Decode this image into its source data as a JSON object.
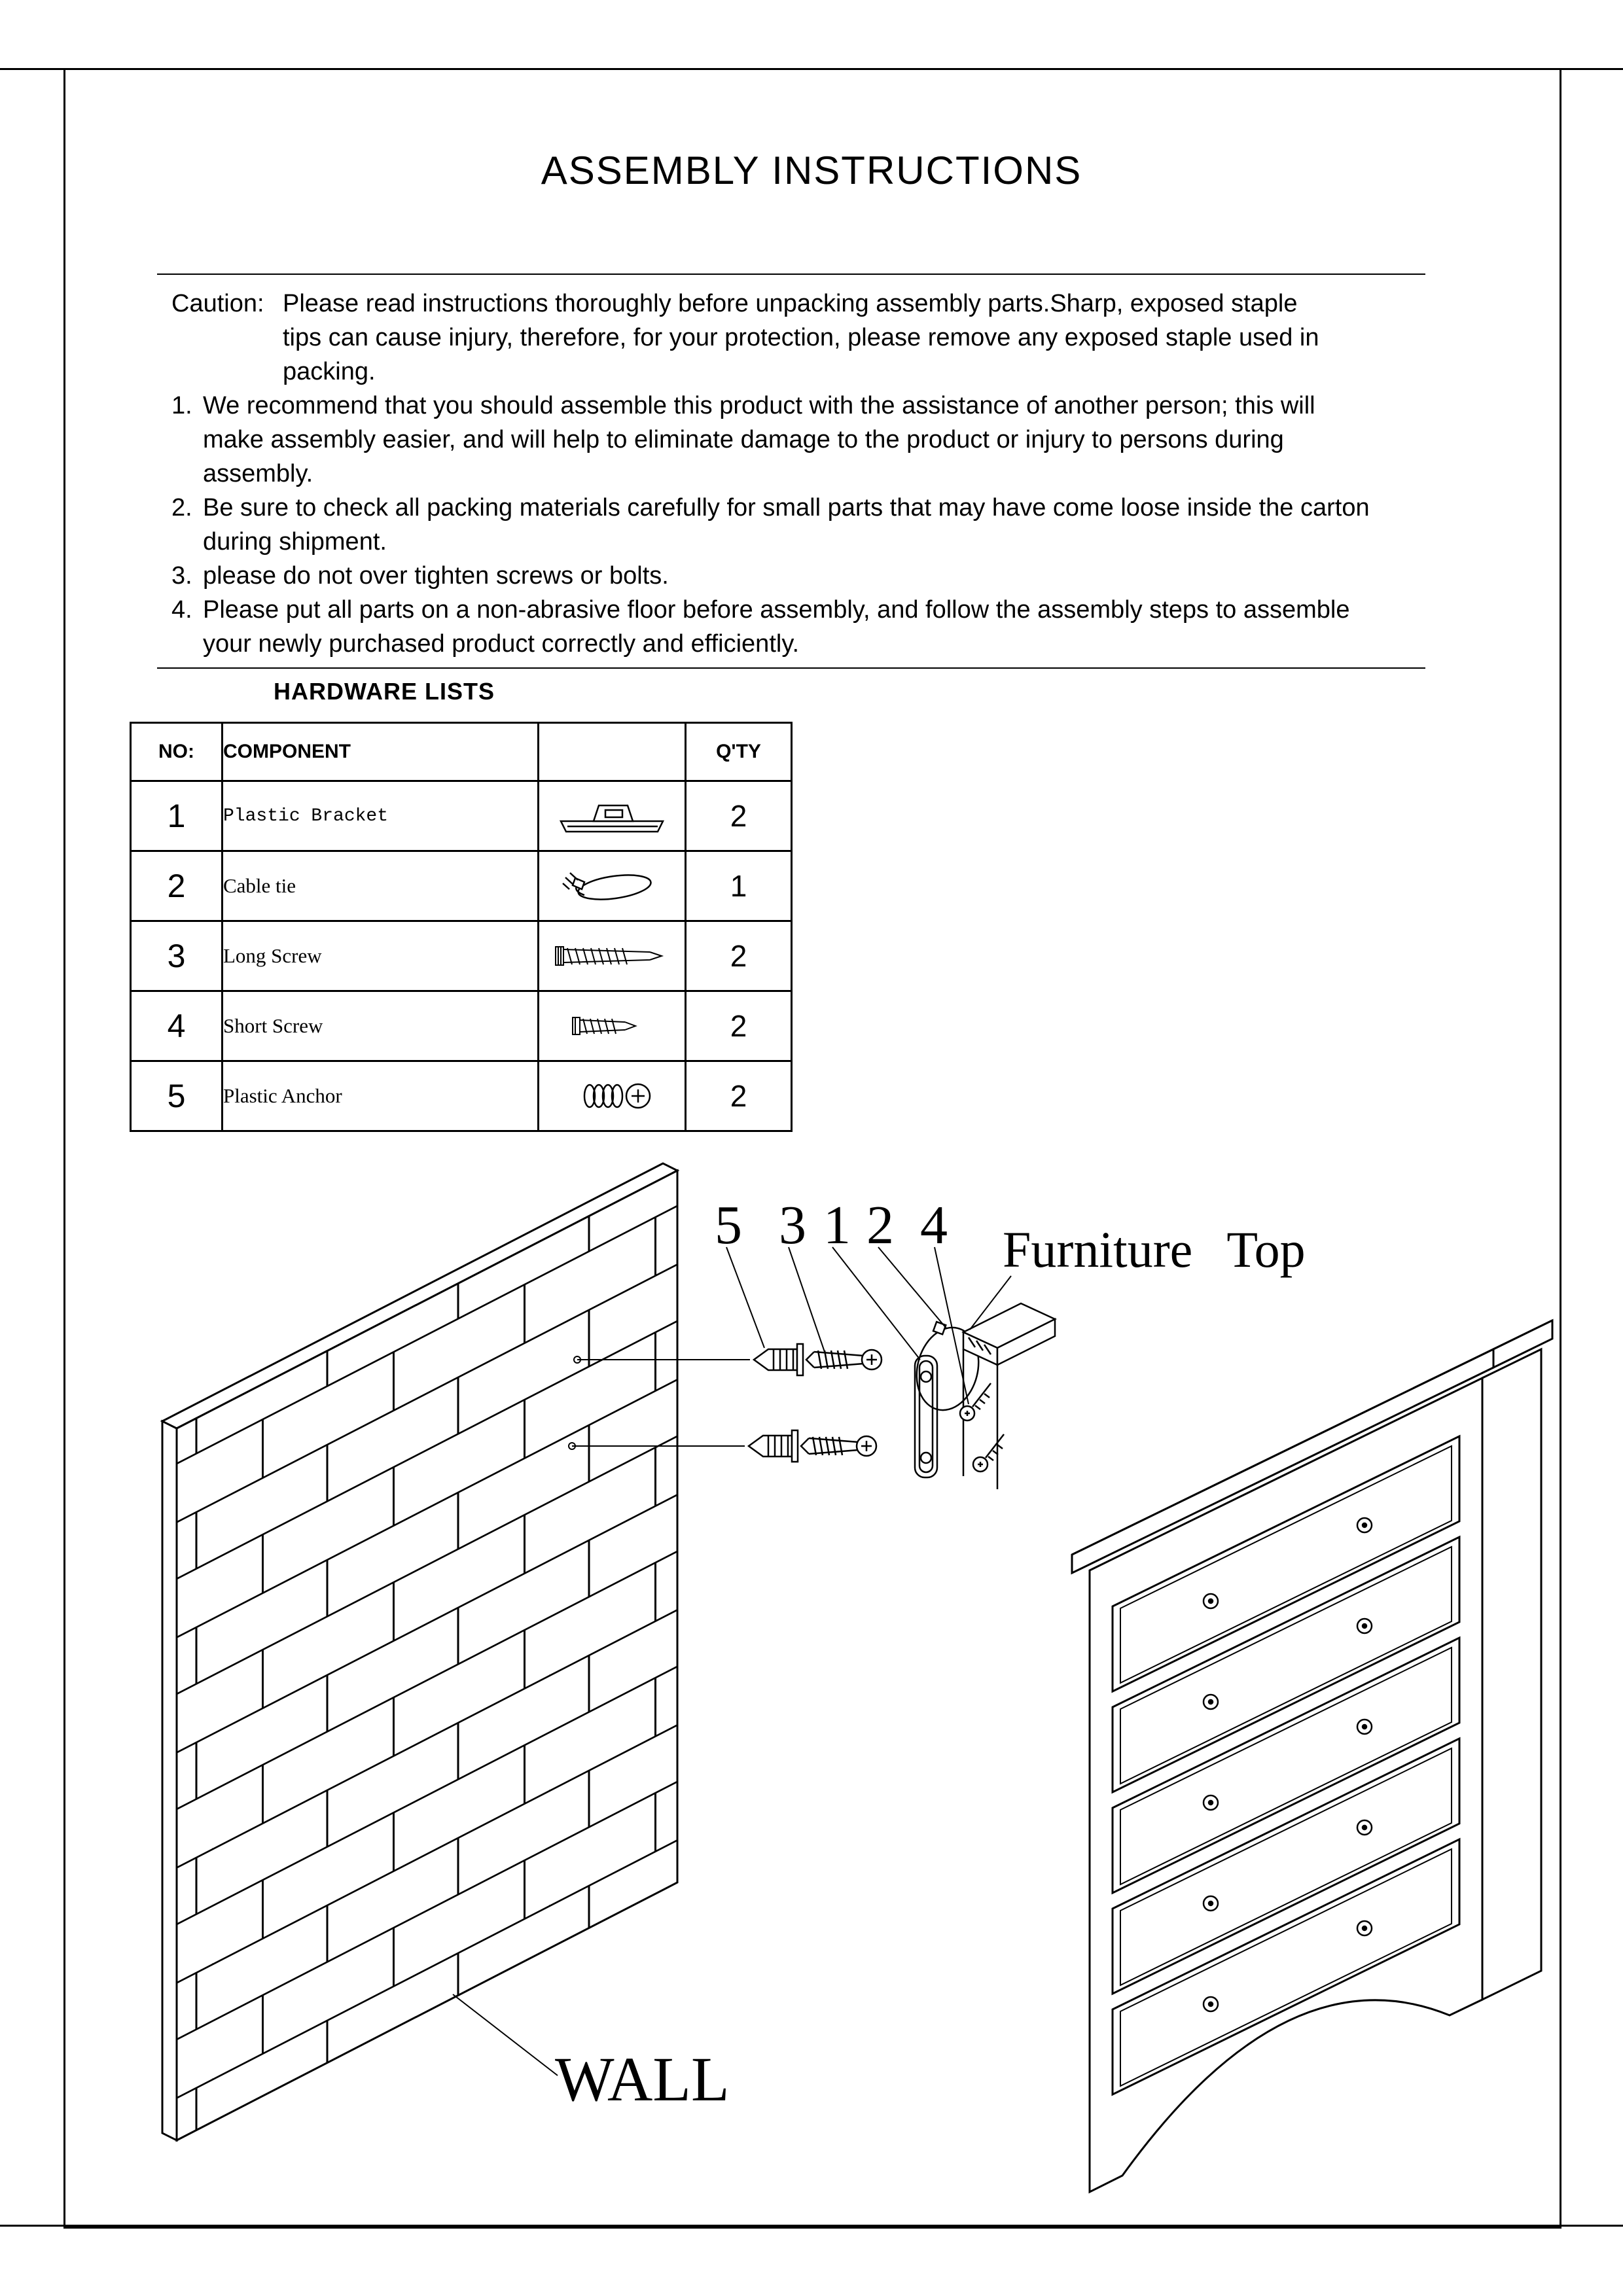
{
  "title": "ASSEMBLY INSTRUCTIONS",
  "caution": {
    "prefix": "Caution:",
    "text": "Please read instructions thoroughly before unpacking assembly parts.Sharp, exposed staple tips can cause injury, therefore, for your protection, please remove any exposed staple used in packing."
  },
  "instructions": [
    {
      "num": "1.",
      "text": "We recommend that you should assemble this product with the assistance of another person; this will make assembly easier, and will help to eliminate damage to the product or injury to persons during assembly."
    },
    {
      "num": "2.",
      "text": "Be sure to check all packing materials carefully for small parts that may have come loose inside the carton during shipment."
    },
    {
      "num": "3.",
      "text": "please do not over tighten screws or bolts."
    },
    {
      "num": "4.",
      "text": "Please put all parts on a non-abrasive floor before assembly, and follow the assembly steps to assemble your newly purchased product correctly and efficiently."
    }
  ],
  "hardware": {
    "heading": "HARDWARE LISTS",
    "columns": {
      "no": "NO:",
      "component": "COMPONENT",
      "qty": "Q'TY"
    },
    "rows": [
      {
        "no": "1",
        "component": "Plastic Bracket",
        "icon": "plastic-bracket-icon",
        "qty": "2"
      },
      {
        "no": "2",
        "component": "Cable tie",
        "icon": "cable-tie-icon",
        "qty": "1"
      },
      {
        "no": "3",
        "component": "Long Screw",
        "icon": "long-screw-icon",
        "qty": "2"
      },
      {
        "no": "4",
        "component": "Short Screw",
        "icon": "short-screw-icon",
        "qty": "2"
      },
      {
        "no": "5",
        "component": "Plastic Anchor",
        "icon": "plastic-anchor-icon",
        "qty": "2"
      }
    ]
  },
  "diagram": {
    "part_numbers": [
      "5",
      "3",
      "1",
      "2",
      "4"
    ],
    "furniture_top_label": "Furniture Top",
    "wall_label": "WALL"
  }
}
